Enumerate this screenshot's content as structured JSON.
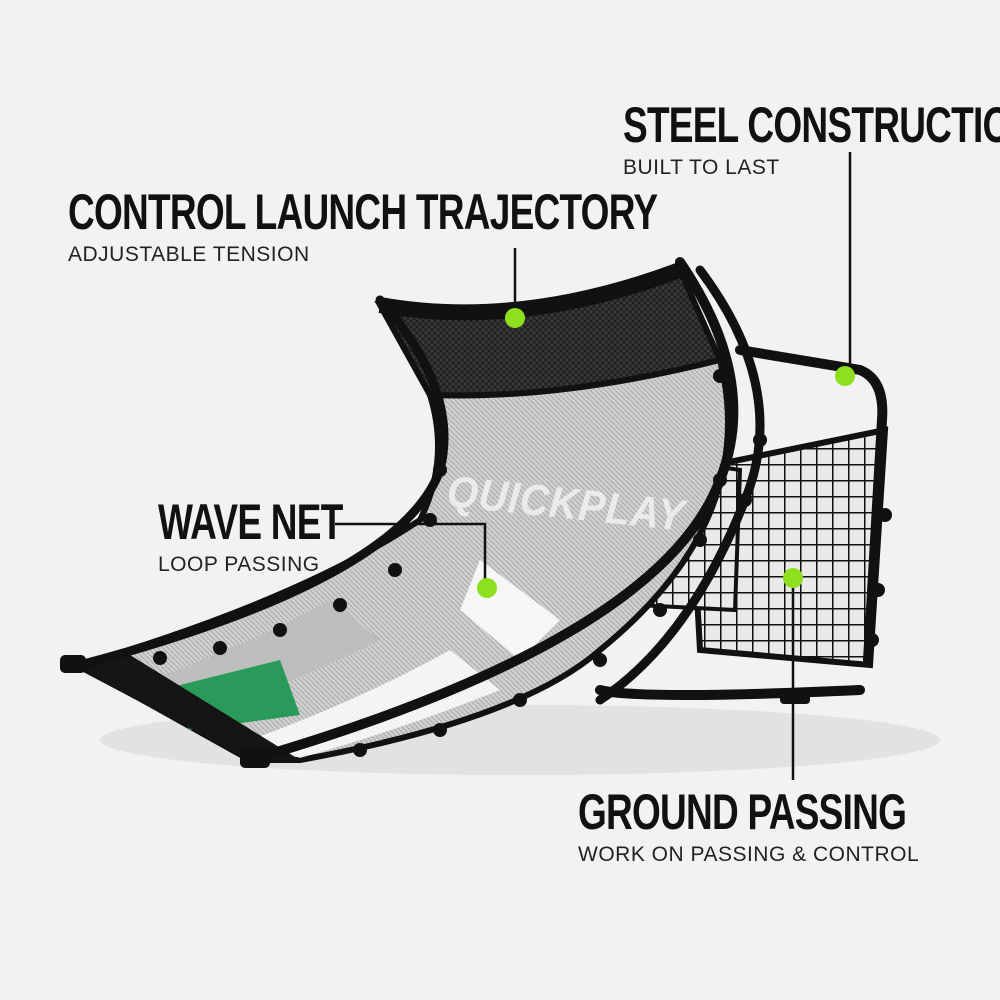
{
  "colors": {
    "background": "#f2f2f2",
    "frame": "#111111",
    "accent_dot": "#8ee01f",
    "text": "#111111",
    "net_print": "#ffffff",
    "net_green": "#2a9a5a"
  },
  "callouts": {
    "steel": {
      "title": "STEEL CONSTRUCTION",
      "subtitle": "BUILT TO LAST"
    },
    "launch": {
      "title": "CONTROL LAUNCH TRAJECTORY",
      "subtitle": "ADJUSTABLE TENSION"
    },
    "wave": {
      "title": "WAVE NET",
      "subtitle": "LOOP PASSING"
    },
    "ground": {
      "title": "GROUND PASSING",
      "subtitle": "WORK ON PASSING & CONTROL"
    }
  },
  "product": {
    "brand_print": "QUICKPLAY"
  }
}
